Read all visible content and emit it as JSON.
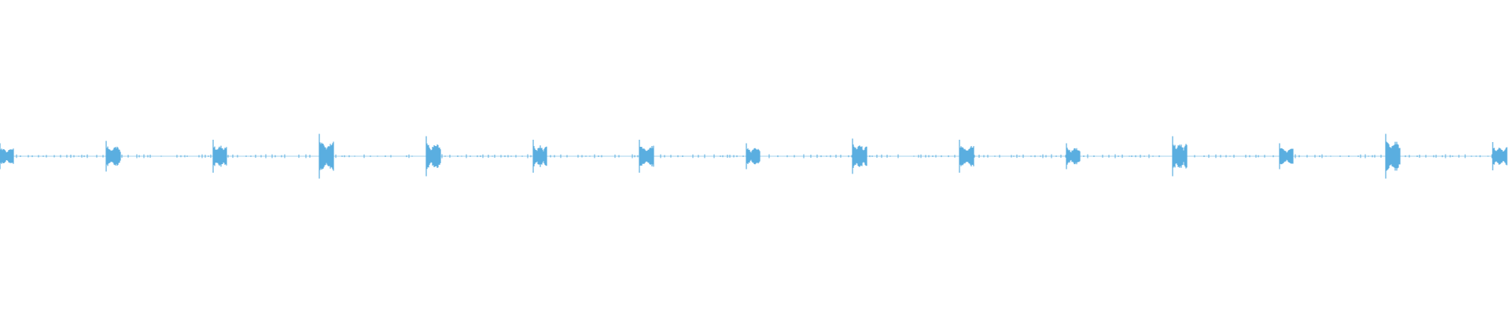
{
  "colors": {
    "background": "#ffffff",
    "waveform": "#5aaee0"
  },
  "chart_data": {
    "type": "area",
    "title": "",
    "xlabel": "",
    "ylabel": "",
    "grid": false,
    "legend": "none",
    "xlim": [
      0,
      14.1
    ],
    "ylim": [
      -1,
      1
    ],
    "baseline": 0,
    "noise_amplitude": 0.01,
    "bursts": [
      {
        "t": 0.0,
        "dur": 0.13,
        "amp": 0.055
      },
      {
        "t": 1.0,
        "dur": 0.13,
        "amp": 0.065
      },
      {
        "t": 2.0,
        "dur": 0.13,
        "amp": 0.07
      },
      {
        "t": 3.0,
        "dur": 0.13,
        "amp": 0.095
      },
      {
        "t": 4.0,
        "dur": 0.13,
        "amp": 0.085
      },
      {
        "t": 5.0,
        "dur": 0.13,
        "amp": 0.07
      },
      {
        "t": 6.0,
        "dur": 0.13,
        "amp": 0.07
      },
      {
        "t": 7.0,
        "dur": 0.13,
        "amp": 0.055
      },
      {
        "t": 8.0,
        "dur": 0.13,
        "amp": 0.075
      },
      {
        "t": 9.0,
        "dur": 0.13,
        "amp": 0.07
      },
      {
        "t": 10.0,
        "dur": 0.13,
        "amp": 0.055
      },
      {
        "t": 11.0,
        "dur": 0.13,
        "amp": 0.085
      },
      {
        "t": 12.0,
        "dur": 0.13,
        "amp": 0.055
      },
      {
        "t": 13.0,
        "dur": 0.13,
        "amp": 0.095
      },
      {
        "t": 14.0,
        "dur": 0.13,
        "amp": 0.06
      }
    ]
  }
}
